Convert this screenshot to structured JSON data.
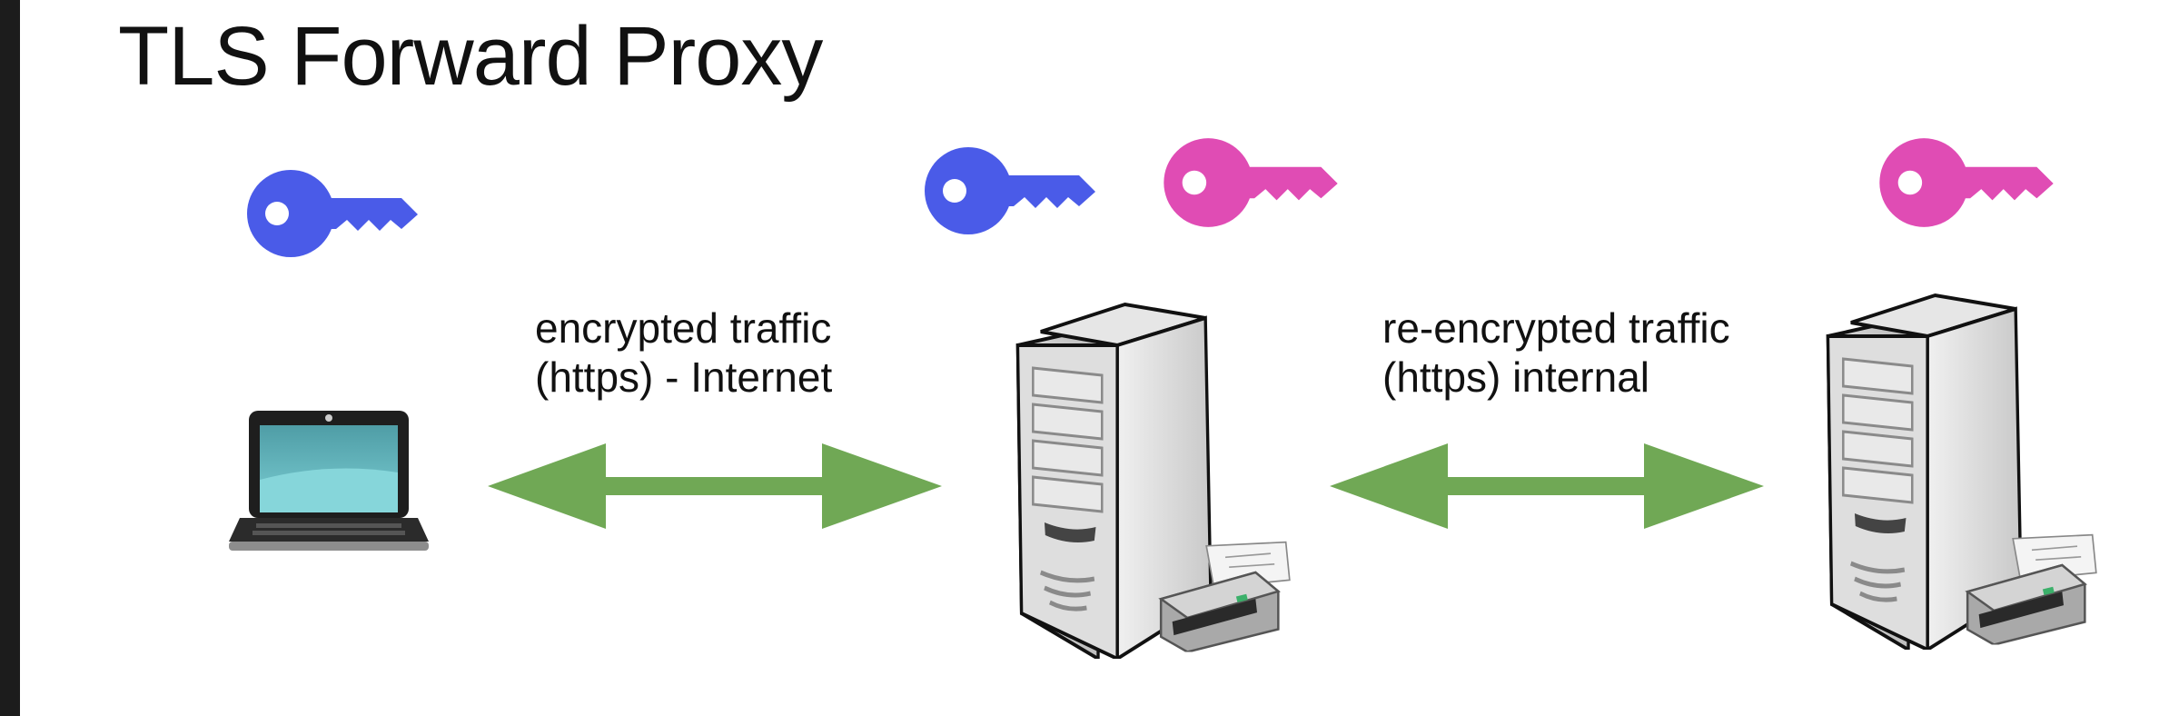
{
  "title": "TLS Forward Proxy",
  "links": [
    {
      "id": "client-to-proxy",
      "line1": "encrypted traffic",
      "line2": "(https) - Internet"
    },
    {
      "id": "proxy-to-server",
      "line1": "re-encrypted traffic",
      "line2": "(https) internal"
    }
  ],
  "nodes": [
    {
      "id": "laptop",
      "icon": "laptop-icon"
    },
    {
      "id": "proxy-server",
      "icon": "server-tower-icon"
    },
    {
      "id": "backend-server",
      "icon": "server-tower-icon"
    }
  ],
  "keys": [
    {
      "id": "client-key",
      "color": "#4a5be8"
    },
    {
      "id": "proxy-key-blue",
      "color": "#4a5be8"
    },
    {
      "id": "proxy-key-pink",
      "color": "#e04cb4"
    },
    {
      "id": "server-key",
      "color": "#e04cb4"
    }
  ],
  "colors": {
    "arrow": "#70a855",
    "blue_key": "#4a5be8",
    "pink_key": "#e04cb4",
    "screen": "#6ec5cb"
  }
}
